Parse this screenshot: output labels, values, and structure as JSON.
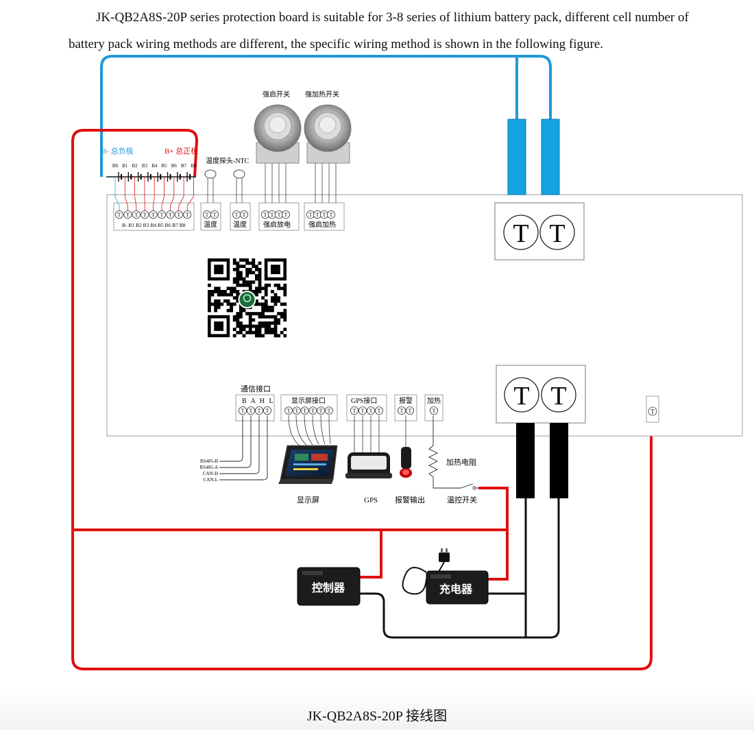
{
  "intro": {
    "text": "JK-QB2A8S-20P series protection board is suitable for 3-8 series of lithium battery pack, different cell number of battery pack wiring methods are different, the specific wiring method is shown in the following figure."
  },
  "caption": "JK-QB2A8S-20P 接线图",
  "battery": {
    "neg_label": "B- 总负极",
    "pos_label": "B+ 总正极",
    "tap_labels": [
      "B0",
      "B1",
      "B2",
      "B3",
      "B4",
      "B5",
      "B6",
      "B7",
      "B8"
    ]
  },
  "connectors": {
    "balance_label": "B- B1 B2 B3 B4 B5 B6 B7 B8",
    "temp1_label": "温度",
    "temp2_label": "温度",
    "force_discharge_label": "强启放电",
    "force_heat_label": "强启加热",
    "comm_title": "通信接口",
    "comm_pins": "B A H L",
    "display_port_title": "显示屏接口",
    "gps_port_title": "GPS接口",
    "alarm_title": "报警",
    "heat_title": "加热"
  },
  "components": {
    "temp_probe": "温度探头-NTC",
    "force_start_switch": "强启开关",
    "force_heat_switch": "强加热开关",
    "rs485_b": "RS485-B",
    "rs485_a": "RS485-A",
    "can_h": "CAN-H",
    "can_l": "CAN-L",
    "display": "显示屏",
    "gps": "GPS",
    "alarm_output": "报警输出",
    "heating_resistor": "加热电阻",
    "thermostat_switch": "温控开关",
    "controller": "控制器",
    "charger": "充电器"
  },
  "terminal_glyph": "T",
  "colors": {
    "blue_wire": "#1e9ad6",
    "red_wire": "#e01010",
    "black_wire": "#111111",
    "blue_bar": "#14a3e0"
  }
}
